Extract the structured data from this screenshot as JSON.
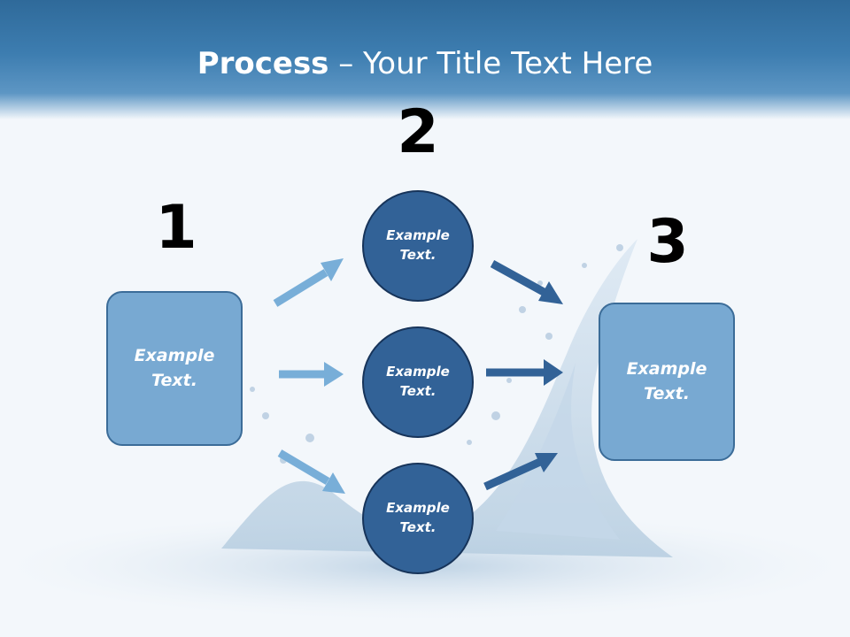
{
  "slide": {
    "title_bold": "Process",
    "title_rest": " – Your Title Text Here"
  },
  "steps": {
    "step1": "1",
    "step2": "2",
    "step3": "3"
  },
  "nodes": {
    "left_box": "Example Text.",
    "circle_top": "Example Text.",
    "circle_middle": "Example Text.",
    "circle_bottom": "Example Text.",
    "right_box": "Example Text."
  },
  "colors": {
    "header_blue": "#3d7db0",
    "box_fill": "#78a9d2",
    "circle_fill": "#326297",
    "arrow_light": "#78aed8",
    "arrow_dark": "#326297"
  }
}
